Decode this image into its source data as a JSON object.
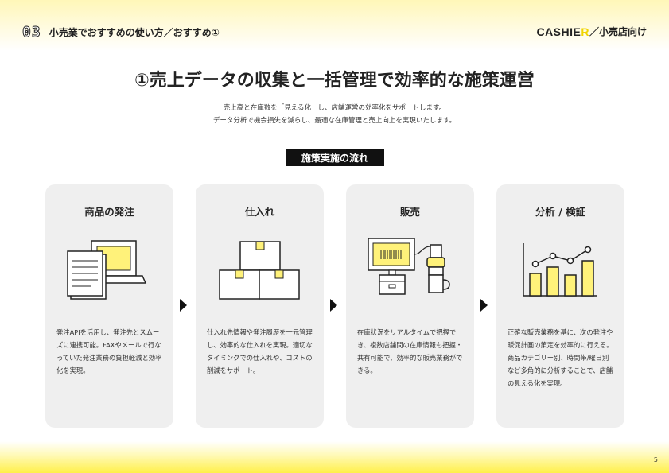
{
  "header": {
    "section_number": "03",
    "section_title": "小売業でおすすめの使い方／おすすめ①",
    "brand_main": "CASHIE",
    "brand_accent": "R",
    "brand_suffix": "／小売店向け"
  },
  "title": "①売上データの収集と一括管理で効率的な施策運営",
  "intro": {
    "line1": "売上高と在庫数を「見える化」し、店舗運営の効率化をサポートします。",
    "line2": "データ分析で機会損失を減らし、最適な在庫管理と売上向上を実現いたします。"
  },
  "flow_label": "施策実施の流れ",
  "steps": [
    {
      "title": "商品の発注",
      "icon": "order-documents-laptop-icon",
      "description": "発注APIを活用し、発注先とスムーズに連携可能。FAXやメールで行なっていた発注業務の負担軽減と効率化を実現。"
    },
    {
      "title": "仕入れ",
      "icon": "stacked-boxes-icon",
      "description": "仕入れ先情報や発注履歴を一元管理し、効率的な仕入れを実現。適切なタイミングでの仕入れや、コストの削減をサポート。"
    },
    {
      "title": "販売",
      "icon": "pos-register-scanner-icon",
      "description": "在庫状況をリアルタイムで把握でき、複数店舗間の在庫情報も把握・共有可能で、効率的な販売業務ができる。"
    },
    {
      "title": "分析 / 検証",
      "icon": "bar-line-chart-icon",
      "description": "正確な販売業務を基に、次の発注や販促計画の策定を効率的に行える。商品カテゴリー別、時間帯/曜日別など多角的に分析することで、店舗の見える化を実現。"
    }
  ],
  "page_number": "5",
  "colors": {
    "accent_yellow": "#fff04a",
    "illustration_yellow": "#fff27a",
    "text_dark": "#222222",
    "card_gray": "#efefef"
  }
}
